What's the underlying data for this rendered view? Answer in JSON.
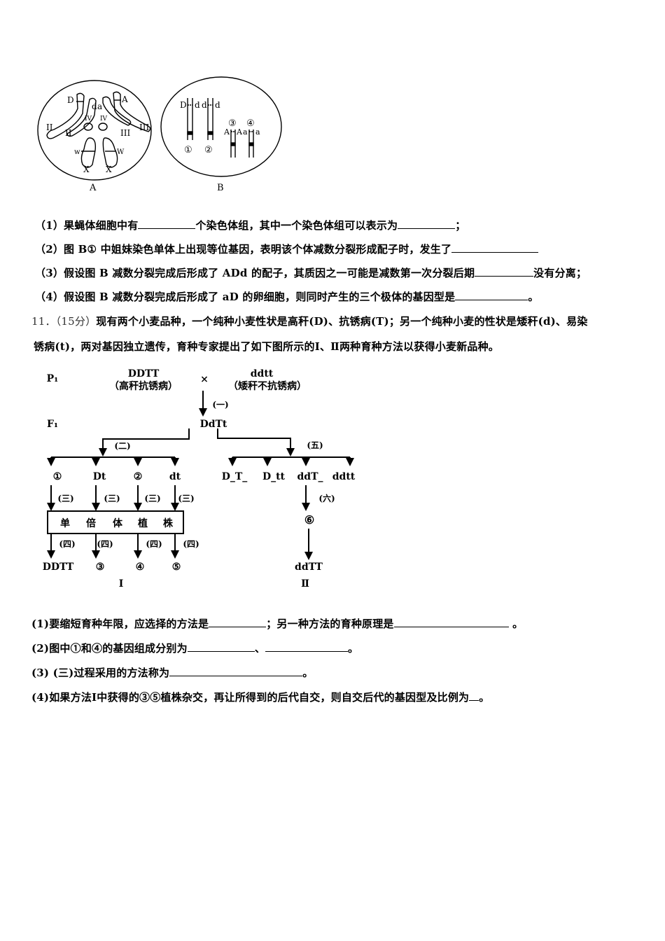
{
  "figure_ab": {
    "cell_a": {
      "label": "A",
      "genes": [
        "D",
        "d",
        "a",
        "A",
        "w",
        "W"
      ],
      "chromosomes": [
        "II",
        "II",
        "IV",
        "IV",
        "III",
        "III",
        "X",
        "X"
      ]
    },
    "cell_b": {
      "label": "B",
      "genes_1": "D",
      "genes_1b": "d",
      "genes_2": "d",
      "genes_2b": "d",
      "genes_3": "A",
      "genes_3b": "A",
      "genes_4": "a",
      "genes_4b": "a",
      "num": [
        "①",
        "②",
        "③",
        "④"
      ]
    }
  },
  "q10": {
    "p1_a": "（1）果蝇体细胞中有",
    "p1_b": "个染色体组，其中一个染色体组可以表示为",
    "p1_c": "；",
    "p2_a": "（2）图 B① 中姐妹染色单体上出现等位基因，表明该个体减数分裂形成配子时，发生了",
    "p3_a": "（3）假设图 B 减数分裂完成后形成了 ADd 的配子，其质因之一可能是减数第一次分裂后期",
    "p3_b": "没有分离；",
    "p4_a": "（4）假设图 B 减数分裂完成后形成了 aD 的卵细胞，则同时产生的三个极体的基因型是",
    "p4_b": "。"
  },
  "q11": {
    "number": "11．（15分）",
    "stem_1": "现有两个小麦品种，一个纯种小麦性状是高秆(D)、抗锈病(T)；另一个纯种小麦的性状是矮秆(d)、易染",
    "stem_2": "锈病(t)，两对基因独立遗传，育种专家提出了如下图所示的Ⅰ、Ⅱ两种育种方法以获得小麦新品种。",
    "diagram": {
      "p1": "P₁",
      "f1": "F₁",
      "parent1": "DDTT",
      "parent1_desc": "（高秆抗锈病）",
      "cross": "×",
      "parent2": "ddtt",
      "parent2_desc": "（矮秆不抗锈病）",
      "step1": "(一)",
      "f1_genotype": "DdTt",
      "step2": "(二)",
      "step3": "(三)",
      "step4": "(四)",
      "step5": "(五)",
      "step6": "(六)",
      "gametes": [
        "①",
        "Dt",
        "②",
        "dt"
      ],
      "f2": [
        "D_T_",
        "D_tt",
        "ddT_",
        "ddtt"
      ],
      "haploid_box": [
        "单",
        "倍",
        "体",
        "植",
        "株"
      ],
      "method1_results": [
        "DDTT",
        "③",
        "④",
        "⑤"
      ],
      "six": "⑥",
      "method2_result": "ddTT",
      "method1_label": "Ⅰ",
      "method2_label": "Ⅱ"
    },
    "s1_a": "(1)要缩短育种年限，应选择的方法是",
    "s1_b": "；另一种方法的育种原理是",
    "s1_c": " 。",
    "s2_a": "(2)图中①和④的基因组成分别为",
    "s2_b": "、",
    "s2_c": "。",
    "s3_a": "(3) (三)过程采用的方法称为",
    "s3_b": "。",
    "s4_a": "(4)如果方法Ⅰ中获得的③⑤植株杂交，再让所得到的后代自交，则自交后代的基因型及比例为",
    "s4_b": "。"
  }
}
